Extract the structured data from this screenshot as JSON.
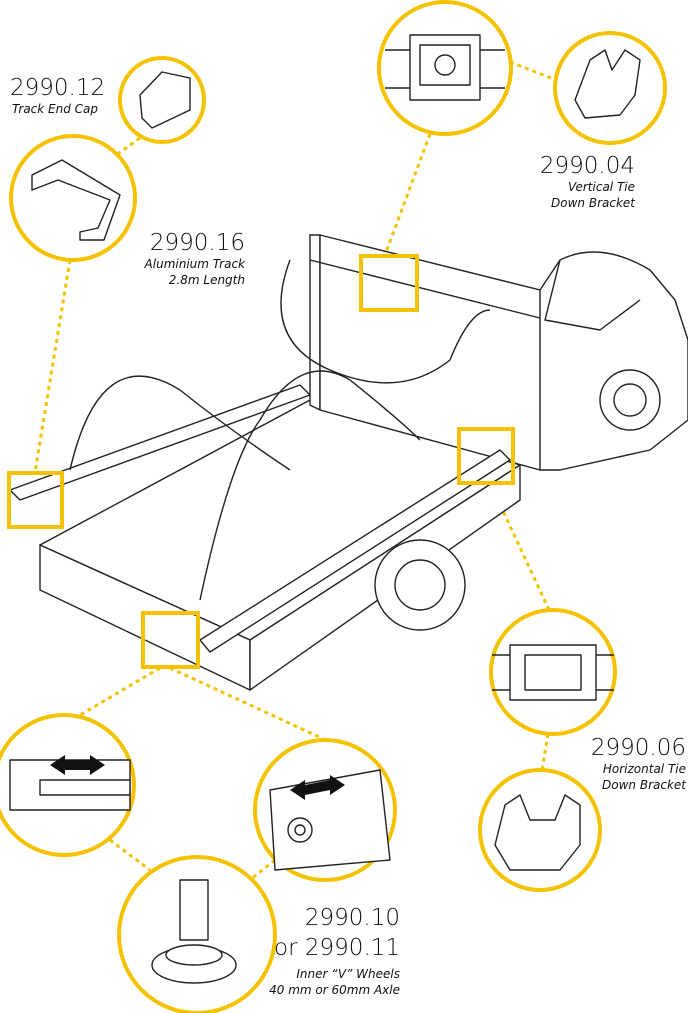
{
  "accent_color": "#f5c200",
  "parts": [
    {
      "code": "2990.12",
      "name": "Track End Cap"
    },
    {
      "code": "2990.16",
      "name": "Aluminium Track",
      "detail": "2.8m Length"
    },
    {
      "code": "2990.04",
      "name": "Vertical Tie",
      "detail": "Down Bracket"
    },
    {
      "code": "2990.06",
      "name": "Horizontal Tie",
      "detail": "Down Bracket"
    },
    {
      "code": "2990.10",
      "code_alt": "or 2990.11",
      "name": "Inner “V” Wheels",
      "detail": "40 mm or 60mm Axle"
    }
  ]
}
